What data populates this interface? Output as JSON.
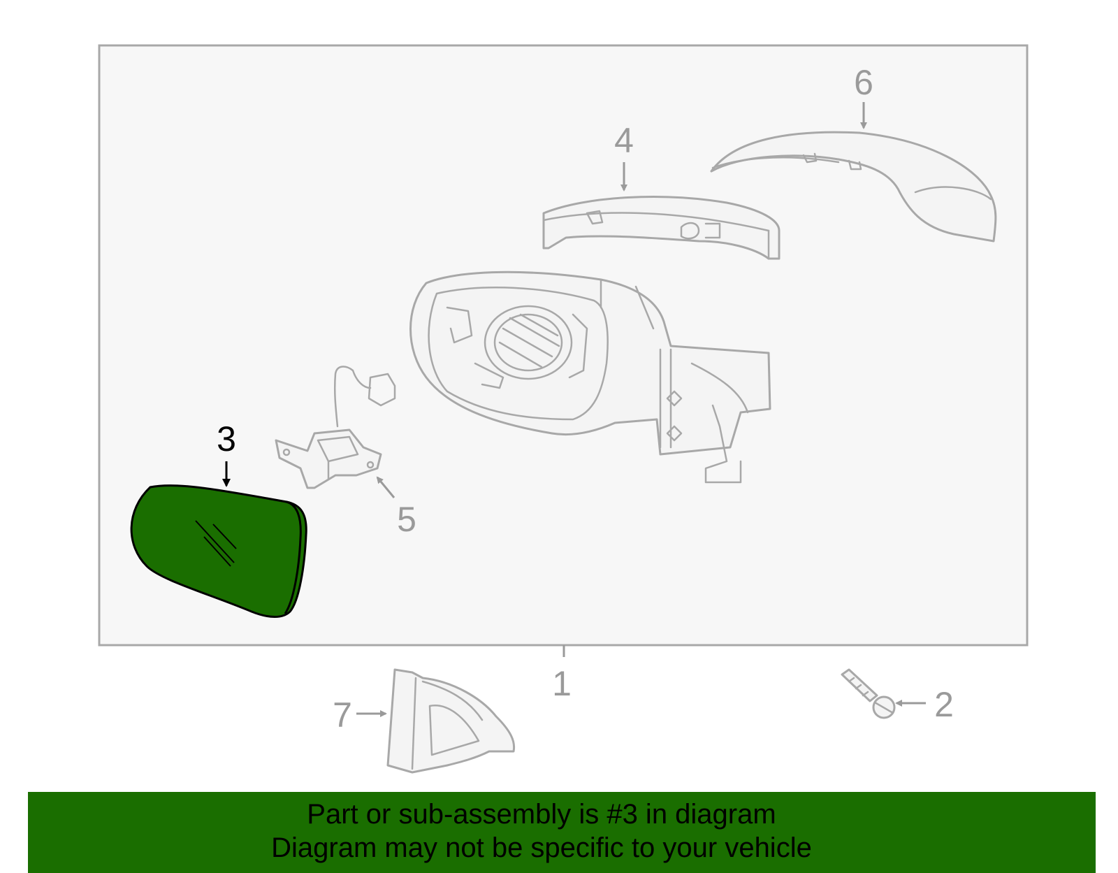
{
  "colors": {
    "highlight_fill": "#1a6e00",
    "banner_bg": "#1a6e00",
    "frame": "#a8a8a8",
    "callout_gray": "#9a9a9a"
  },
  "callouts": {
    "c1": "1",
    "c2": "2",
    "c3": "3",
    "c4": "4",
    "c5": "5",
    "c6": "6",
    "c7": "7"
  },
  "highlighted_part": "3",
  "banner": {
    "line1": "Part or sub-assembly is #3 in diagram",
    "line2": "Diagram may not be specific to your vehicle"
  }
}
